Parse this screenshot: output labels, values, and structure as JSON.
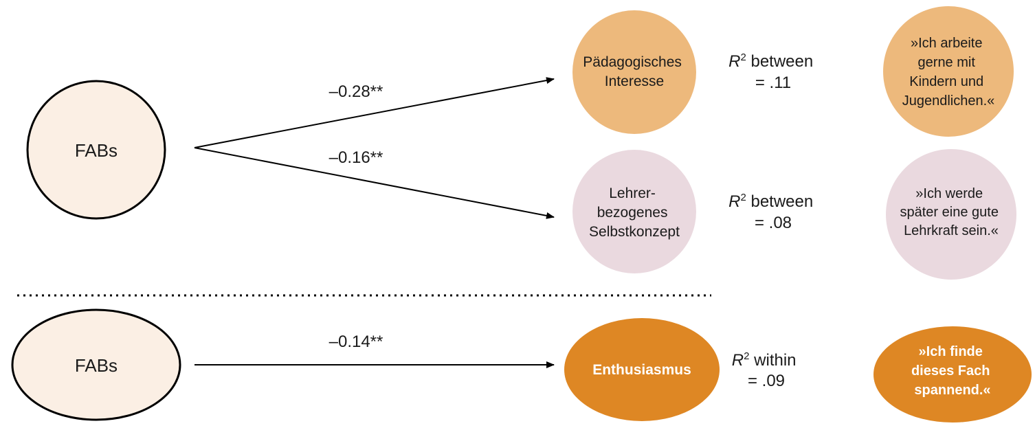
{
  "colors": {
    "fabs_fill": "#fbefe4",
    "interest_fill": "#edb97c",
    "selfconcept_fill": "#ead9df",
    "enthusiasm_fill": "#de8724",
    "stroke": "#000000"
  },
  "between": {
    "predictor": {
      "label": "FABs"
    },
    "paths": [
      {
        "coefficient": "–0.28**",
        "outcome": {
          "lines": [
            "Pädagogisches",
            "Interesse"
          ]
        },
        "r2": {
          "symbol": "R",
          "sup": "2",
          "level": " between",
          "value": "= .11"
        },
        "item": {
          "lines": [
            "»Ich arbeite",
            "gerne mit",
            "Kindern und",
            "Jugendlichen.«"
          ]
        }
      },
      {
        "coefficient": "–0.16**",
        "outcome": {
          "lines": [
            "Lehrer-",
            "bezogenes",
            "Selbstkonzept"
          ]
        },
        "r2": {
          "symbol": "R",
          "sup": "2",
          "level": " between",
          "value": "= .08"
        },
        "item": {
          "lines": [
            "»Ich werde",
            "später eine gute",
            "Lehrkraft sein.«"
          ]
        }
      }
    ]
  },
  "within": {
    "predictor": {
      "label": "FABs"
    },
    "path": {
      "coefficient": "–0.14**",
      "outcome": {
        "label": "Enthusiasmus"
      },
      "r2": {
        "symbol": "R",
        "sup": "2",
        "level": " within",
        "value": "= .09"
      },
      "item": {
        "lines": [
          "»Ich finde",
          "dieses Fach",
          "spannend.«"
        ]
      }
    }
  }
}
